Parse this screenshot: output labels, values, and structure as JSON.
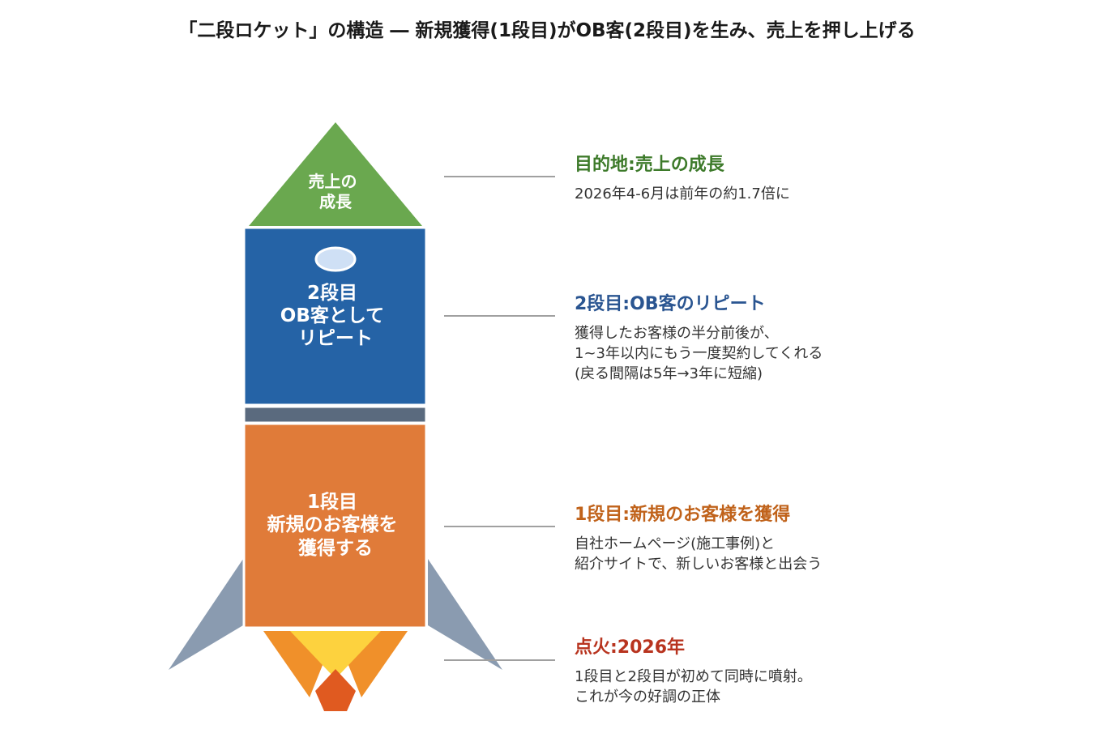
{
  "title": "「二段ロケット」の構造 ― 新規獲得(1段目)がOB客(2段目)を生み、売上を押し上げる",
  "colors": {
    "nose": "#6aa84f",
    "stage2": "#2563a6",
    "stage1": "#e07b39",
    "separator": "#5a6a7e",
    "fins": "#8a9bb0",
    "flame_outer": "#f0902a",
    "flame_inner": "#fdd23e",
    "flame_core": "#e05a20",
    "window": "#cfe0f5",
    "connector": "#a0a0a0"
  },
  "rocket": {
    "nose_label": [
      "売上の",
      "成長"
    ],
    "stage2_label": [
      "2段目",
      "OB客として",
      "リピート"
    ],
    "stage1_label": [
      "1段目",
      "新規のお客様を",
      "獲得する"
    ]
  },
  "annotations": [
    {
      "title": "目的地:売上の成長",
      "color": "#3d7a2a",
      "lines": [
        "2026年4-6月は前年の約1.7倍に"
      ]
    },
    {
      "title": "2段目:OB客のリピート",
      "color": "#2a5591",
      "lines": [
        "獲得したお客様の半分前後が、",
        "1~3年以内にもう一度契約してくれる",
        "(戻る間隔は5年→3年に短縮)"
      ]
    },
    {
      "title": "1段目:新規のお客様を獲得",
      "color": "#c0621a",
      "lines": [
        "自社ホームページ(施工事例)と",
        "紹介サイトで、新しいお客様と出会う"
      ]
    },
    {
      "title": "点火:2026年",
      "color": "#b8341f",
      "lines": [
        "1段目と2段目が初めて同時に噴射。",
        "これが今の好調の正体"
      ]
    }
  ]
}
